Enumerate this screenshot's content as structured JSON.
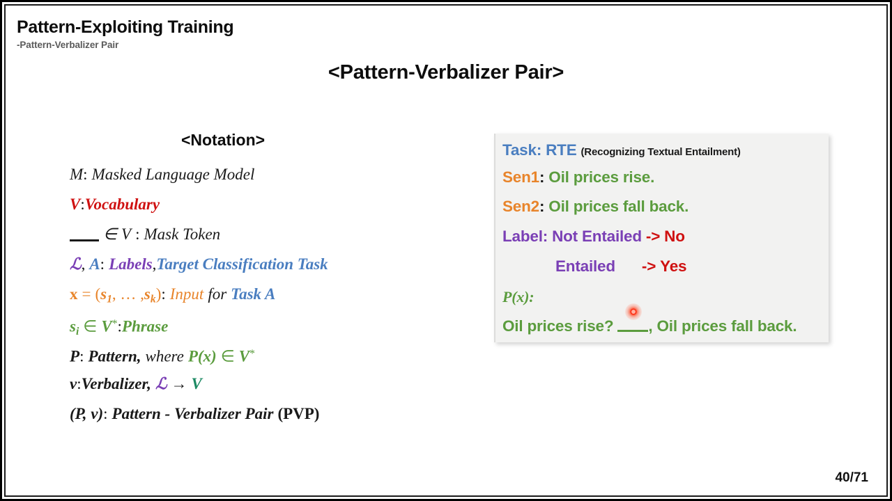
{
  "header": {
    "title": "Pattern-Exploiting Training",
    "subtitle": "-Pattern-Verbalizer Pair"
  },
  "slide": {
    "heading": "<Pattern-Verbalizer Pair>",
    "page_number": "40/71"
  },
  "notation": {
    "heading": "<Notation>",
    "lines": [
      {
        "id": "masked-language-model",
        "plain": "M : Masked Language Model"
      },
      {
        "id": "vocabulary",
        "plain": "V : Vocabulary"
      },
      {
        "id": "mask-token",
        "plain": "___ ∈ V : Mask Token"
      },
      {
        "id": "labels-task",
        "plain": "ℒ, A : Labels, Target Classification Task"
      },
      {
        "id": "input-for-task",
        "plain": "x = (s₁, … , sₖ) : Input for Task A"
      },
      {
        "id": "phrase",
        "plain": "sᵢ ∈ V* : Phrase"
      },
      {
        "id": "pattern",
        "plain": "P : Pattern, where P(x) ∈ V*"
      },
      {
        "id": "verbalizer",
        "plain": "v : Verbalizer, ℒ → V"
      },
      {
        "id": "pvp",
        "plain": "(P, v) : Pattern - Verbalizer Pair (PVP)"
      }
    ],
    "tokens": {
      "M": "M",
      "colon": ":",
      "masked_language_model": "Masked Language Model",
      "V": "V",
      "vocabulary": "Vocabulary",
      "in": "∈",
      "mask_token": "Mask Token",
      "L": "ℒ",
      "comma": ",",
      "A": "A",
      "labels": "Labels",
      "target_classification_task": "Target Classification Task",
      "x": "x",
      "equals": "=",
      "lparen": "(",
      "s": "s",
      "sub_1": "1",
      "dots": ", … ,",
      "sub_k": "k",
      "rparen": ")",
      "input": "Input",
      "for": "for",
      "task_a": "Task A",
      "sub_i": "i",
      "star": "*",
      "phrase": "Phrase",
      "P": "P",
      "pattern": "Pattern,",
      "where": "where",
      "P_of_x": "P(x)",
      "v": "v",
      "verbalizer": "Verbalizer,",
      "arrow": "→",
      "pvp_lhs": "(P, v)",
      "pattern_verbalizer_pair": "Pattern - Verbalizer Pair",
      "pvp_abbrev": "(PVP)"
    }
  },
  "example_box": {
    "task_label": "Task:",
    "task_name": "RTE",
    "task_expansion": "(Recognizing Textual Entailment)",
    "sen1_label": "Sen1",
    "sen1_colon": ":",
    "sen1_text": "Oil prices rise.",
    "sen2_label": "Sen2",
    "sen2_colon": ":",
    "sen2_text": "Oil prices fall back.",
    "label_prefix": "Label:",
    "label_not_entailed": "Not Entailed",
    "label_arrow_no": "->",
    "label_no": "No",
    "label_entailed": "Entailed",
    "label_arrow_yes": "->",
    "label_yes": "Yes",
    "px_label": "P(x):",
    "pattern_part1": "Oil prices rise?",
    "pattern_part2": ", Oil prices fall back."
  },
  "pointer": {
    "name": "laser-pointer-dot",
    "color": "#ff2a00"
  },
  "colors": {
    "blue": "#4a7ec0",
    "orange": "#e8842a",
    "green": "#5b9c3e",
    "purple": "#7a3fb5",
    "red": "#cf1111",
    "dark": "#1a1a1a",
    "box_background": "#f2f2f1"
  }
}
